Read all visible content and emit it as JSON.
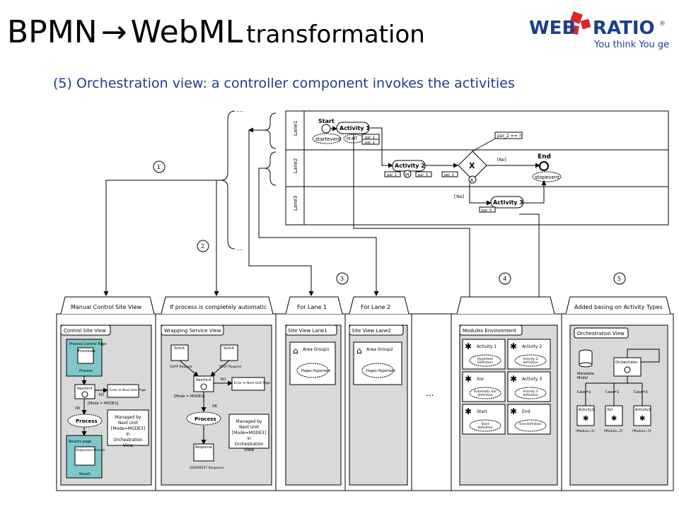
{
  "header": {
    "title_main": "BPMN",
    "title_arrow": "→",
    "title_webml": "WebML",
    "title_rest": "transformation",
    "subtitle": "(5) Orchestration view: a controller component invokes the activities"
  },
  "logo": {
    "web": "WEB",
    "ratio": "RATIO",
    "reg": "®",
    "tagline": "You think You get",
    "colors": {
      "web": "#1b3f8b",
      "ratio": "#1b3f8b",
      "red": "#d7262c",
      "tagline": "#1b3f8b"
    }
  },
  "bpmn": {
    "lanes": [
      "Lane1",
      "Lane2",
      "Lane3"
    ],
    "start": "Start",
    "startevent": "startevent",
    "activity1": "Activity 1",
    "m_ht": "M:HT",
    "par_1": "par_1",
    "par_2": "par_2",
    "par_3": "par_3",
    "par_2_eq": "par_2 == ?",
    "activity2": "Activity 2",
    "m": "M",
    "gateway_x": "X",
    "a": "A",
    "no": "[No]",
    "yes": "[Yes]",
    "end": "End",
    "stopevent": "stopevent",
    "activity3": "Activity 3",
    "dots": "...."
  },
  "markers": [
    "1",
    "2",
    "3",
    "4",
    "5"
  ],
  "views": {
    "manual": {
      "tab": "Manual Control Site View",
      "inner": "Control Site View",
      "process_control": "Process Control Page",
      "processes": "Processes",
      "process_small": "Process",
      "next_unit": "NextUnit",
      "ko": "KO",
      "error_page": "Error in Next Unit Page",
      "mode": "[Mode = MODE1]",
      "ok": "OK",
      "process": "Process",
      "managed": "Managed by Next Unit [Mode=MODE3] in Orchestration View",
      "results_page": "Results page",
      "requested_results": "Requested Results",
      "result": "Result"
    },
    "automatic": {
      "tab": "If process is completely automatic",
      "inner": "Wrapping Service View",
      "solicit1": "Solicit",
      "soap_request": "SOAP Request",
      "solicit2": "Solicit",
      "rest_request": "REST Request",
      "next_unit": "NextUnit",
      "ko": "KO",
      "error_next": "Error in Next Unit Page",
      "mode": "[Mode = MODE1]",
      "ok": "OK",
      "process": "Process",
      "managed": "Managed by Next Unit [Mode=MODE3] in Orchestration View",
      "response": "Response",
      "soap_rest_response": "SOAP/REST Response"
    },
    "lane1": {
      "tab": "For Lane 1",
      "inner": "Site View Lane1",
      "area": "Area Group1",
      "pages": "Pages Hypertext"
    },
    "lane2": {
      "tab": "For Lane 2",
      "inner": "Site View Lane2",
      "area": "Area Group2",
      "pages": "Pages Hypertext"
    },
    "dots": "...",
    "modules": {
      "tab": "",
      "inner": "Modules Environment",
      "items": [
        {
          "name": "Activity 1",
          "def": "Hypertext Definition"
        },
        {
          "name": "Activity 2",
          "def": "Activity 2 definition"
        },
        {
          "name": "Xor",
          "def": "Automatic Xor definition"
        },
        {
          "name": "Activity 3",
          "def": "Activity 3 definition"
        },
        {
          "name": "Start",
          "def": "Start definition"
        },
        {
          "name": "End",
          "def": "End definition"
        }
      ]
    },
    "orchestration": {
      "tab": "Added basing on Activity Types",
      "inner": "Orchestration View",
      "metadata": "Metadata Model",
      "orchestrator": "Orchestrator",
      "cases": [
        "Case=1",
        "Case=2",
        "Case=3"
      ],
      "units": [
        "Activity1",
        "Xor",
        "Activity2"
      ],
      "modules": [
        "[Module=1]",
        "[Module=2]",
        "[Module=3]"
      ]
    }
  }
}
